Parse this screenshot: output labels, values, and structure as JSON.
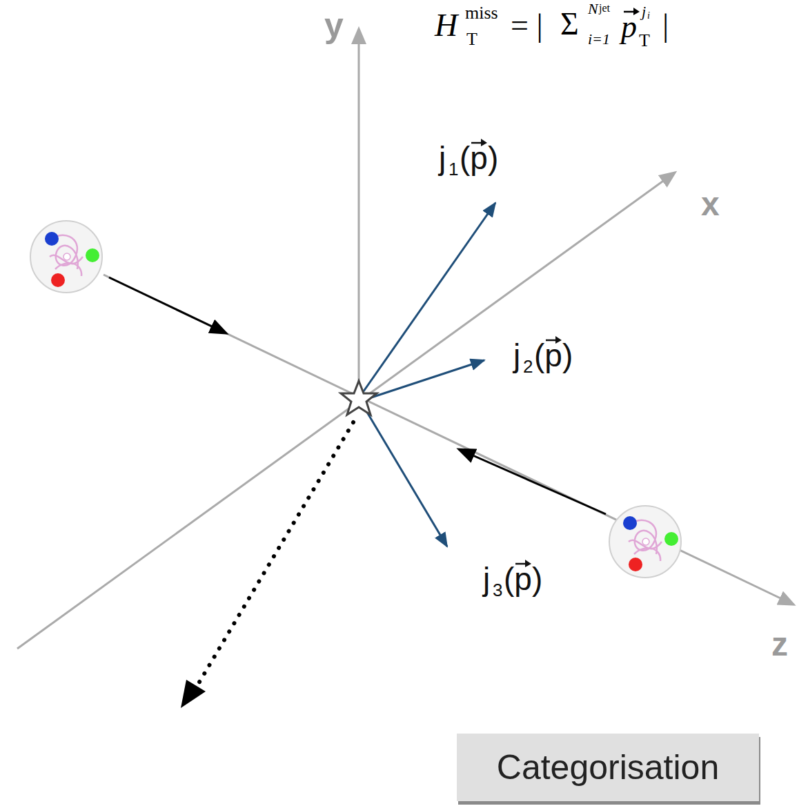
{
  "diagram": {
    "nodes": [
      {
        "text": [
          "Categorisation"
        ]
      }
    ],
    "labels": [
      "y",
      "x",
      "z",
      "H",
      "miss",
      "T",
      "= |",
      "Σ",
      "N",
      "jet",
      "i=1",
      "p",
      "T",
      "j",
      "i",
      "|",
      "j",
      "1",
      "(p)",
      "j",
      "2",
      "(p)",
      "j",
      "3",
      "(p)"
    ]
  }
}
